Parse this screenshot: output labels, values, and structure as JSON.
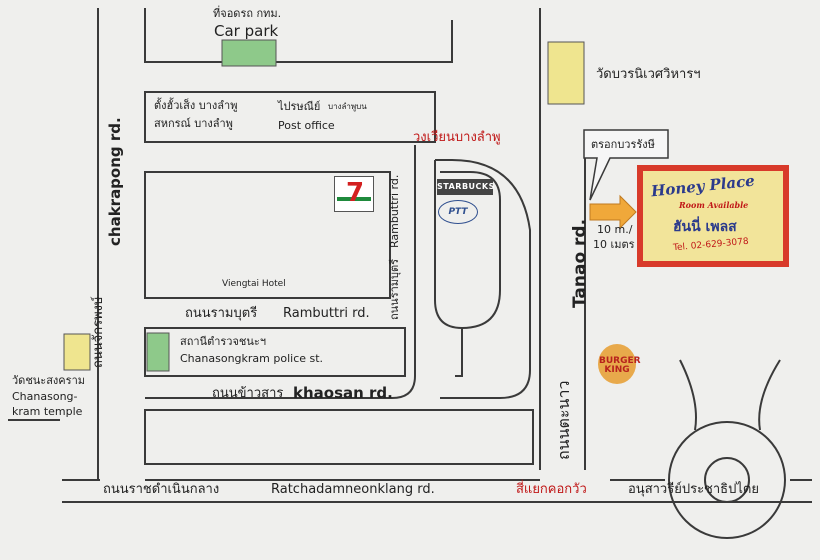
{
  "labels": {
    "car_park_th": "ที่จอดรถ กทม.",
    "car_park_en": "Car park",
    "cooperative_line1": "ตั้งฮั้วเส็ง บางลำพู",
    "cooperative_line2": "สหกรณ์ บางลำพู",
    "post_office_th": "ไปรษณีย์",
    "post_office_th_small": "บางลำพูบน",
    "post_office_en": "Post office",
    "bang_lamphu_circle": "วงเวียนบางลำพู",
    "wat_bowon": "วัดบวรนิเวศวิหารฯ",
    "trok_bowon": "ตรอกบวรรังษี",
    "chakrapong_th": "ถนนจักรพงษ์",
    "chakrapong_en": "chakrapong rd.",
    "viengtai_hotel": "Viengtai Hotel",
    "rambuttri_vertical_th": "ถนนรามบุตรี",
    "rambuttri_vertical_en": "Rambuttri rd.",
    "rambuttri_th": "ถนนรามบุตรี",
    "rambuttri_en": "Rambuttri rd.",
    "police_th": "สถานีตำรวจชนะฯ",
    "police_en": "Chanasongkram police st.",
    "khaosan_th": "ถนนข้าวสาร",
    "khaosan_en": "khaosan rd.",
    "temple_th": "วัดชนะสงคราม",
    "temple_en1": "Chanasong-",
    "temple_en2": "kram temple",
    "tanao_en": "Tanao rd.",
    "tanao_th": "ถนนตะนาว",
    "distance_en": "10 m./",
    "distance_th": "10 เมตร",
    "ratchadamnoen_th": "ถนนราชดำเนินกลาง",
    "ratchadamnoen_en": "Ratchadamneonklang rd.",
    "kok_wua_junction": "สี่แยกคอกวัว",
    "democracy_monument": "อนุสาวรีย์ประชาธิปไตย"
  },
  "sign": {
    "name": "Honey Place",
    "subtitle": "Room Available",
    "name_th": "ฮันนี่ เพลส",
    "tel": "Tel. 02-629-3078"
  },
  "logos": {
    "seven_eleven": "7",
    "burger_king": "BURGER KING",
    "starbucks": "STARBUCKS",
    "ptt": "PTT"
  },
  "colors": {
    "line": "#3a3a3a",
    "accent_red": "#c01818",
    "block_green": "#8ec98a",
    "block_yellow": "#efe58f",
    "arrow_orange": "#f0a83a"
  }
}
